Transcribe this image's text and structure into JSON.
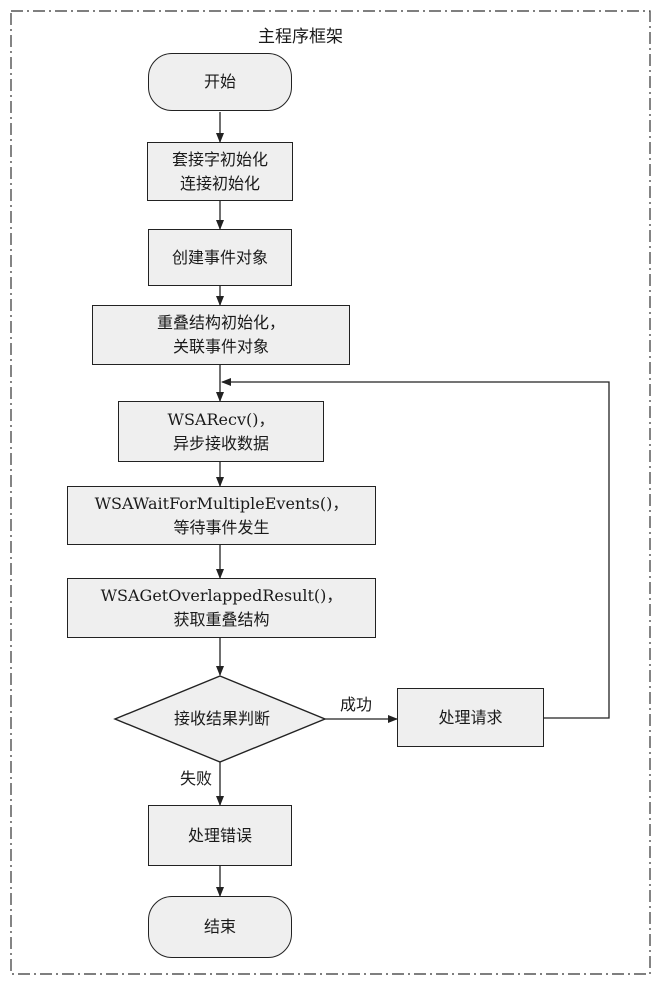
{
  "title": "主程序框架",
  "nodes": {
    "start": "开始",
    "socket_init": [
      "套接字初始化",
      "连接初始化"
    ],
    "create_event": "创建事件对象",
    "overlap_init": [
      "重叠结构初始化，",
      "关联事件对象"
    ],
    "wsarecv": [
      "WSARecv()，",
      "异步接收数据"
    ],
    "wait_events": [
      "WSAWaitForMultipleEvents()，",
      "等待事件发生"
    ],
    "get_result": [
      "WSAGetOverlappedResult()，",
      "获取重叠结构"
    ],
    "judge": "接收结果判断",
    "handle_request": "处理请求",
    "handle_error": "处理错误",
    "end": "结束"
  },
  "edges": {
    "success": "成功",
    "failure": "失败"
  }
}
